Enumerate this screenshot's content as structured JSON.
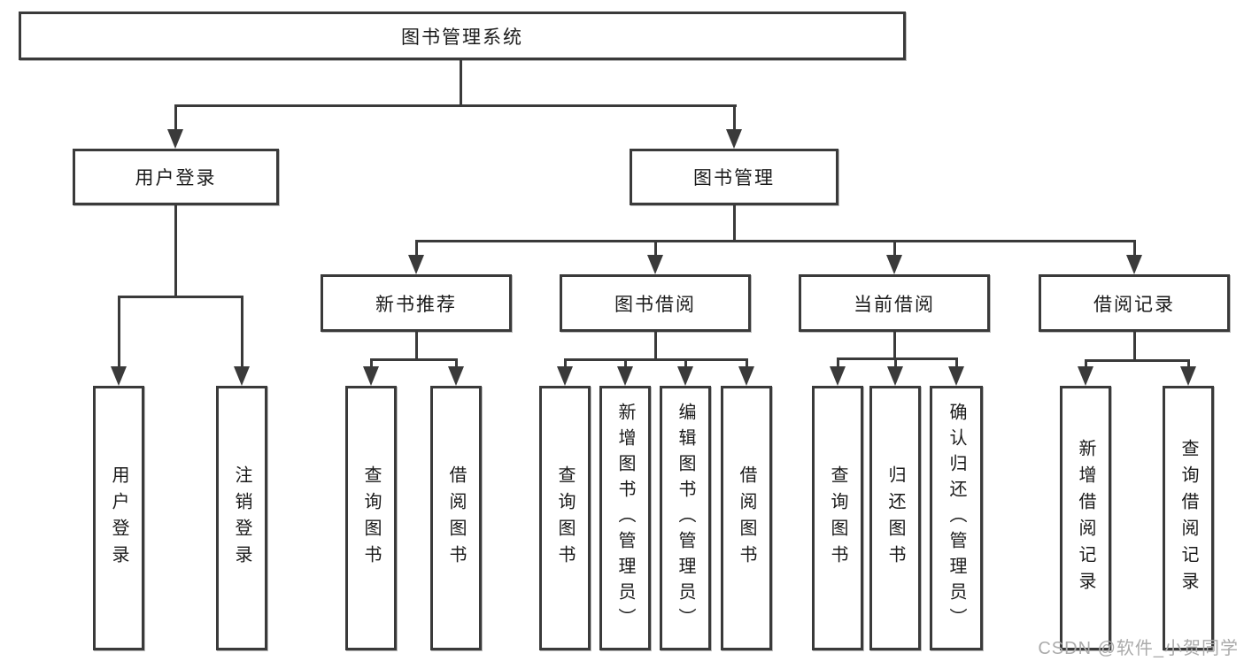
{
  "diagram_title": "图书管理系统",
  "nodes": {
    "root": "图书管理系统",
    "user_login": "用户登录",
    "book_mgmt": "图书管理",
    "new_book_rec": "新书推荐",
    "book_borrow": "图书借阅",
    "current_borrow": "当前借阅",
    "borrow_records": "借阅记录",
    "ul_login": "用户登录",
    "ul_logout": "注销登录",
    "nb_query": "查询图书",
    "nb_borrow": "借阅图书",
    "bb_query": "查询图书",
    "bb_add": "新增图书（管理员）",
    "bb_edit": "编辑图书（管理员）",
    "bb_borrow": "借阅图书",
    "cb_query": "查询图书",
    "cb_return": "归还图书",
    "cb_confirm": "确认归还（管理员）",
    "br_add": "新增借阅记录",
    "br_query": "查询借阅记录"
  },
  "watermark": "CSDN @软件_小贺同学",
  "colors": {
    "line": "#3a3a3a",
    "text": "#1a1a1a",
    "background": "#ffffff",
    "watermark": "#ababab"
  }
}
